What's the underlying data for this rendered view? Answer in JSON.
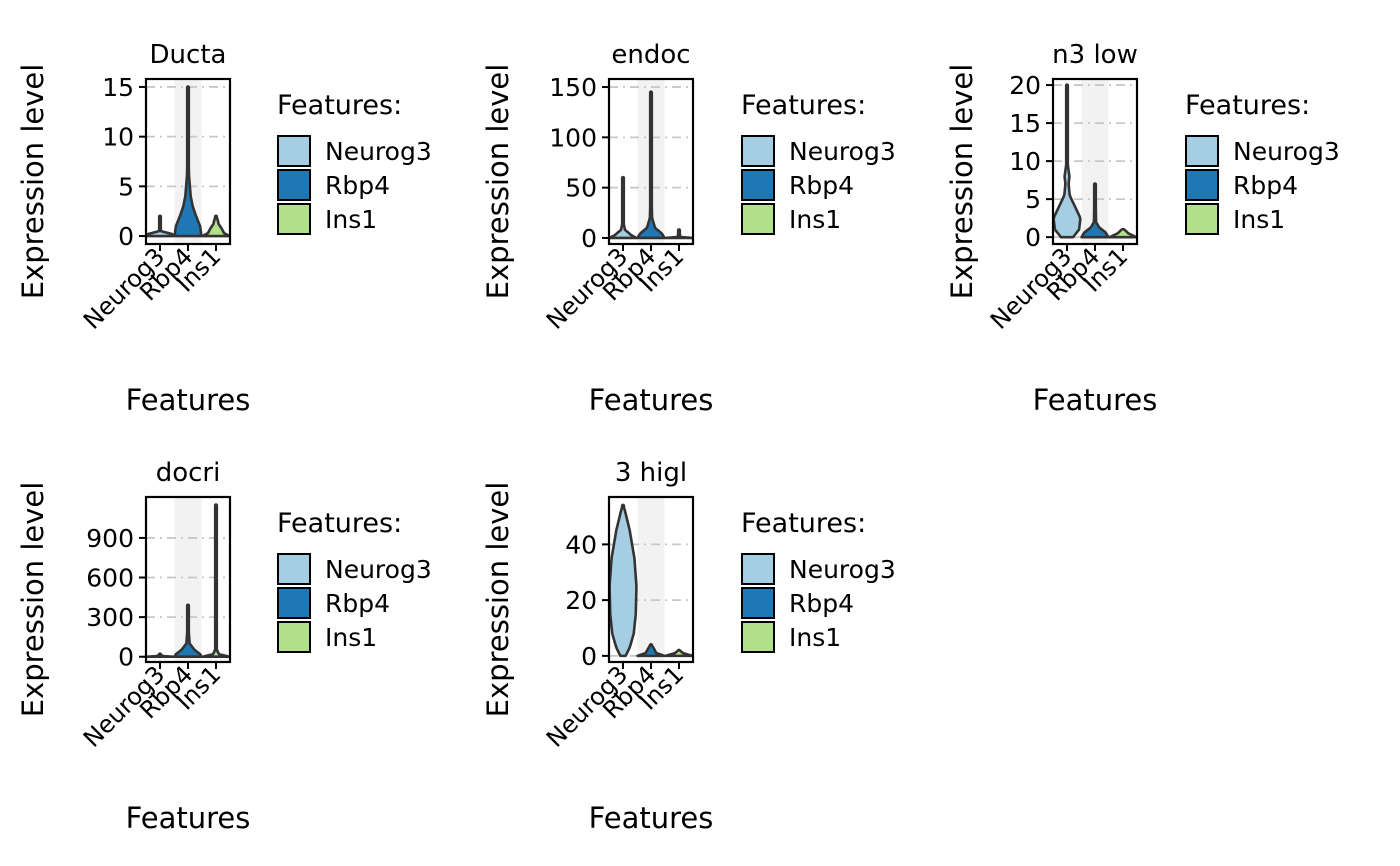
{
  "colors": {
    "Neurog3": "#a6cee3",
    "Rbp4": "#1f78b4",
    "Ins1": "#b2df8a",
    "grid": "#c8c8c8",
    "band": "#f2f2f2",
    "stroke": "#333333"
  },
  "legend_title": "Features:",
  "chart_data": [
    {
      "type": "violin",
      "title": "Ducta",
      "xlabel": "Features",
      "ylabel": "Expression level",
      "categories": [
        "Neurog3",
        "Rbp4",
        "Ins1"
      ],
      "yticks": [
        0,
        5,
        10,
        15
      ],
      "ylim": [
        -0.8,
        15.8
      ],
      "highlight_category": "Rbp4",
      "grid": true,
      "legend": "right",
      "series": [
        {
          "name": "Neurog3",
          "max": 2,
          "profile": [
            [
              0,
              1
            ],
            [
              0.2,
              0.9
            ],
            [
              0.5,
              0.05
            ],
            [
              2,
              0.02
            ]
          ]
        },
        {
          "name": "Rbp4",
          "max": 15,
          "profile": [
            [
              0,
              1
            ],
            [
              1,
              0.9
            ],
            [
              2,
              0.6
            ],
            [
              3,
              0.35
            ],
            [
              4,
              0.2
            ],
            [
              6,
              0.08
            ],
            [
              8,
              0.04
            ],
            [
              15,
              0.02
            ]
          ]
        },
        {
          "name": "Ins1",
          "max": 2,
          "profile": [
            [
              0,
              1
            ],
            [
              0.3,
              0.6
            ],
            [
              0.8,
              0.4
            ],
            [
              1.2,
              0.2
            ],
            [
              2,
              0.05
            ]
          ]
        }
      ]
    },
    {
      "type": "violin",
      "title": "endoc",
      "xlabel": "Features",
      "ylabel": "Expression level",
      "categories": [
        "Neurog3",
        "Rbp4",
        "Ins1"
      ],
      "yticks": [
        0,
        50,
        100,
        150
      ],
      "ylim": [
        -6,
        158
      ],
      "highlight_category": "Rbp4",
      "grid": true,
      "legend": "right",
      "series": [
        {
          "name": "Neurog3",
          "max": 60,
          "profile": [
            [
              0,
              1
            ],
            [
              3,
              0.6
            ],
            [
              8,
              0.15
            ],
            [
              15,
              0.04
            ],
            [
              60,
              0.02
            ]
          ]
        },
        {
          "name": "Rbp4",
          "max": 145,
          "profile": [
            [
              0,
              1
            ],
            [
              4,
              0.85
            ],
            [
              10,
              0.3
            ],
            [
              20,
              0.08
            ],
            [
              50,
              0.03
            ],
            [
              145,
              0.02
            ]
          ]
        },
        {
          "name": "Ins1",
          "max": 8,
          "profile": [
            [
              0,
              1
            ],
            [
              1,
              0.1
            ],
            [
              8,
              0.03
            ]
          ]
        }
      ]
    },
    {
      "type": "violin",
      "title": "n3 low",
      "xlabel": "Features",
      "ylabel": "Expression level",
      "categories": [
        "Neurog3",
        "Rbp4",
        "Ins1"
      ],
      "yticks": [
        0,
        5,
        10,
        15,
        20
      ],
      "ylim": [
        -0.9,
        20.8
      ],
      "highlight_category": "Rbp4",
      "grid": true,
      "legend": "right",
      "series": [
        {
          "name": "Neurog3",
          "max": 20,
          "profile": [
            [
              0,
              0.45
            ],
            [
              1,
              0.9
            ],
            [
              2.5,
              1
            ],
            [
              4,
              0.6
            ],
            [
              5.5,
              0.2
            ],
            [
              7,
              0.12
            ],
            [
              8,
              0.18
            ],
            [
              9.5,
              0.06
            ],
            [
              12,
              0.05
            ],
            [
              14,
              0.03
            ],
            [
              20,
              0.02
            ]
          ]
        },
        {
          "name": "Rbp4",
          "max": 7,
          "profile": [
            [
              0,
              1
            ],
            [
              0.6,
              0.8
            ],
            [
              1.3,
              0.3
            ],
            [
              2,
              0.08
            ],
            [
              7,
              0.03
            ]
          ]
        },
        {
          "name": "Ins1",
          "max": 1,
          "profile": [
            [
              0,
              1
            ],
            [
              0.5,
              0.4
            ],
            [
              1,
              0.1
            ]
          ]
        }
      ]
    },
    {
      "type": "violin",
      "title": "docri",
      "xlabel": "Features",
      "ylabel": "Expression level",
      "categories": [
        "Neurog3",
        "Rbp4",
        "Ins1"
      ],
      "yticks": [
        0,
        300,
        600,
        900
      ],
      "ylim": [
        -40,
        1210
      ],
      "highlight_category": "Rbp4",
      "grid": true,
      "legend": "right",
      "series": [
        {
          "name": "Neurog3",
          "max": 20,
          "profile": [
            [
              0,
              1
            ],
            [
              5,
              0.2
            ],
            [
              20,
              0.03
            ]
          ]
        },
        {
          "name": "Rbp4",
          "max": 390,
          "profile": [
            [
              0,
              1
            ],
            [
              20,
              0.9
            ],
            [
              50,
              0.5
            ],
            [
              100,
              0.12
            ],
            [
              200,
              0.05
            ],
            [
              390,
              0.02
            ]
          ]
        },
        {
          "name": "Ins1",
          "max": 1150,
          "profile": [
            [
              0,
              1
            ],
            [
              20,
              0.2
            ],
            [
              60,
              0.03
            ],
            [
              1150,
              0.02
            ]
          ]
        }
      ]
    },
    {
      "type": "violin",
      "title": "3 higl",
      "xlabel": "Features",
      "ylabel": "Expression level",
      "categories": [
        "Neurog3",
        "Rbp4",
        "Ins1"
      ],
      "yticks": [
        0,
        20,
        40
      ],
      "ylim": [
        -2.2,
        57
      ],
      "highlight_category": "Rbp4",
      "grid": true,
      "legend": "right",
      "series": [
        {
          "name": "Neurog3",
          "max": 54,
          "profile": [
            [
              0,
              0.2
            ],
            [
              3,
              0.5
            ],
            [
              8,
              0.8
            ],
            [
              15,
              0.95
            ],
            [
              25,
              1
            ],
            [
              35,
              0.85
            ],
            [
              45,
              0.5
            ],
            [
              52,
              0.15
            ],
            [
              54,
              0.02
            ]
          ]
        },
        {
          "name": "Rbp4",
          "max": 4,
          "profile": [
            [
              0,
              1
            ],
            [
              1,
              0.4
            ],
            [
              4,
              0.05
            ]
          ]
        },
        {
          "name": "Ins1",
          "max": 2,
          "profile": [
            [
              0,
              1
            ],
            [
              1,
              0.3
            ],
            [
              2,
              0.05
            ]
          ]
        }
      ]
    }
  ]
}
